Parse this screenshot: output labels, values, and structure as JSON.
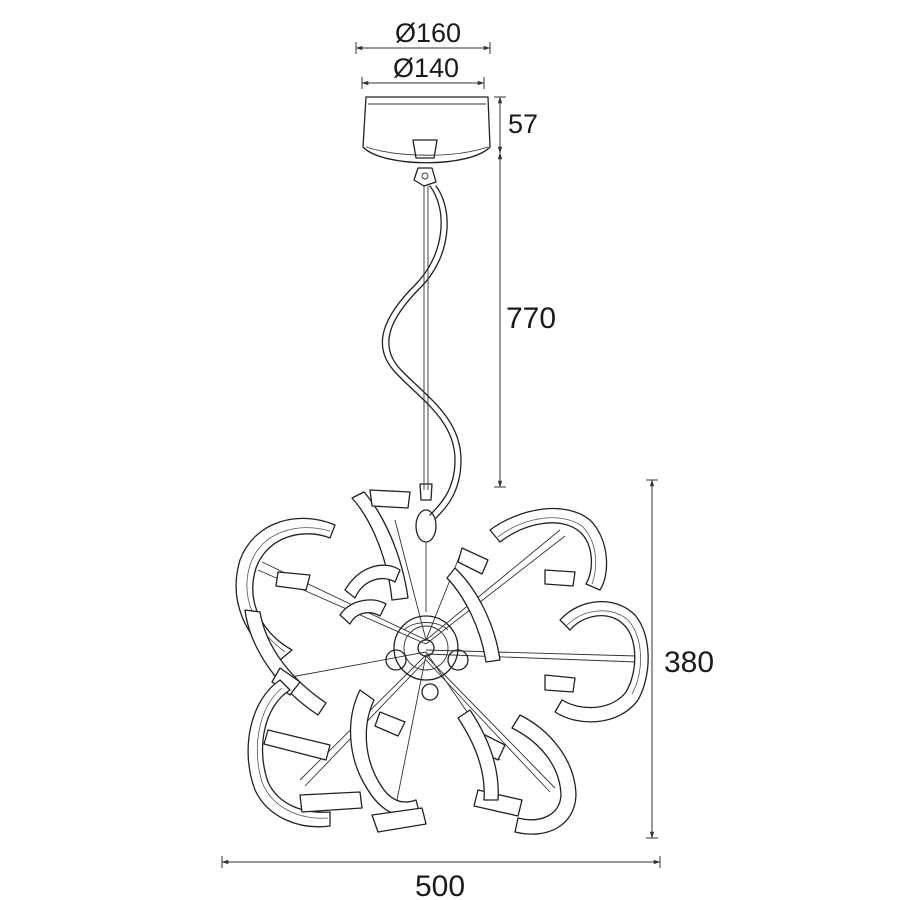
{
  "dimensions": {
    "canopy_outer_diameter": "Ø160",
    "canopy_inner_diameter": "Ø140",
    "canopy_height": "57",
    "suspension_length": "770",
    "body_height": "380",
    "body_width": "500"
  }
}
